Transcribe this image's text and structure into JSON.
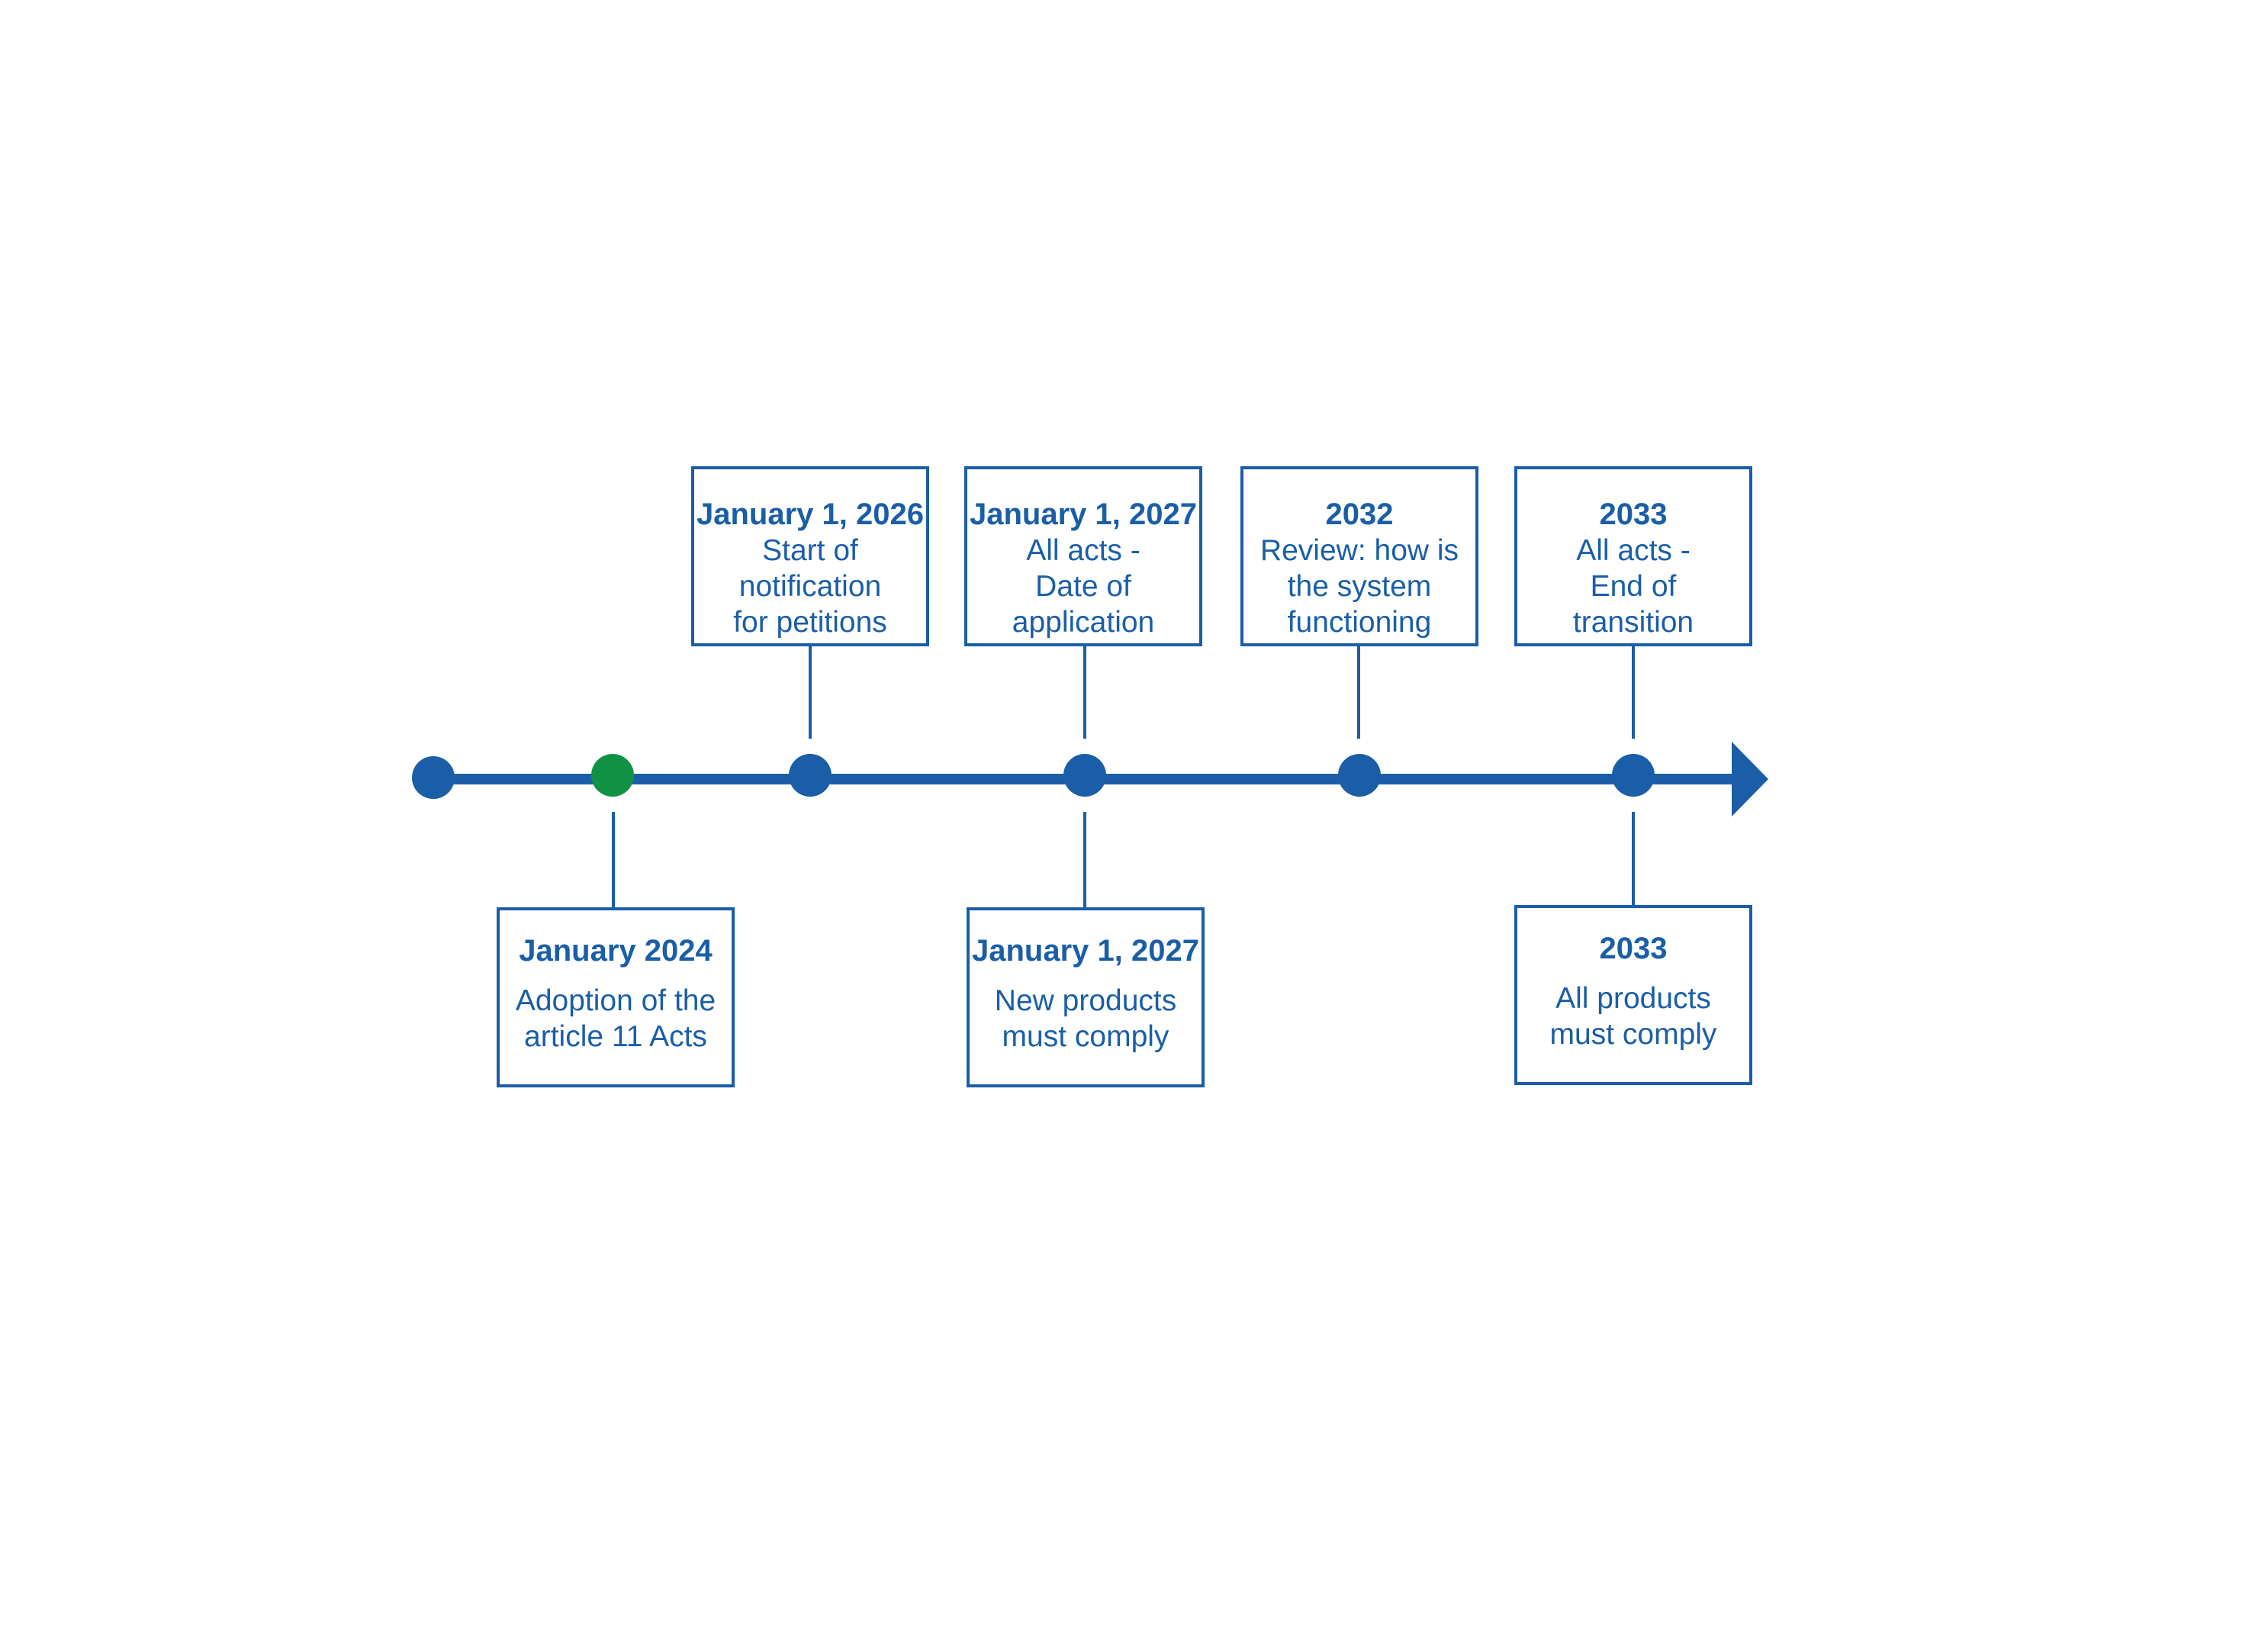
{
  "colors": {
    "primary": "#1a5ea8",
    "highlight": "#119144",
    "background": "#ffffff"
  },
  "timeline": {
    "points": [
      {
        "id": "start",
        "color": "#1a5ea8"
      },
      {
        "id": "jan-2024",
        "color": "#119144"
      },
      {
        "id": "jan-2026",
        "color": "#1a5ea8"
      },
      {
        "id": "jan-2027",
        "color": "#1a5ea8"
      },
      {
        "id": "2032",
        "color": "#1a5ea8"
      },
      {
        "id": "2033",
        "color": "#1a5ea8"
      }
    ],
    "arrow": "arrow-right"
  },
  "milestones": {
    "jan2026": {
      "date": "January 1, 2026",
      "desc": "Start of\nnotification\nfor petitions"
    },
    "jan2027_acts": {
      "date": "January 1, 2027",
      "desc": "All acts -\nDate of\napplication"
    },
    "y2032": {
      "date": "2032",
      "desc": "Review: how is\nthe system\nfunctioning"
    },
    "y2033_acts": {
      "date": "2033",
      "desc": "All acts -\nEnd of\ntransition"
    },
    "jan2024": {
      "date": "January 2024",
      "desc": "Adoption of the\narticle 11 Acts"
    },
    "jan2027_products": {
      "date": "January 1, 2027",
      "desc": "New products\nmust comply"
    },
    "y2033_products": {
      "date": "2033",
      "desc": "All products\nmust comply"
    }
  }
}
